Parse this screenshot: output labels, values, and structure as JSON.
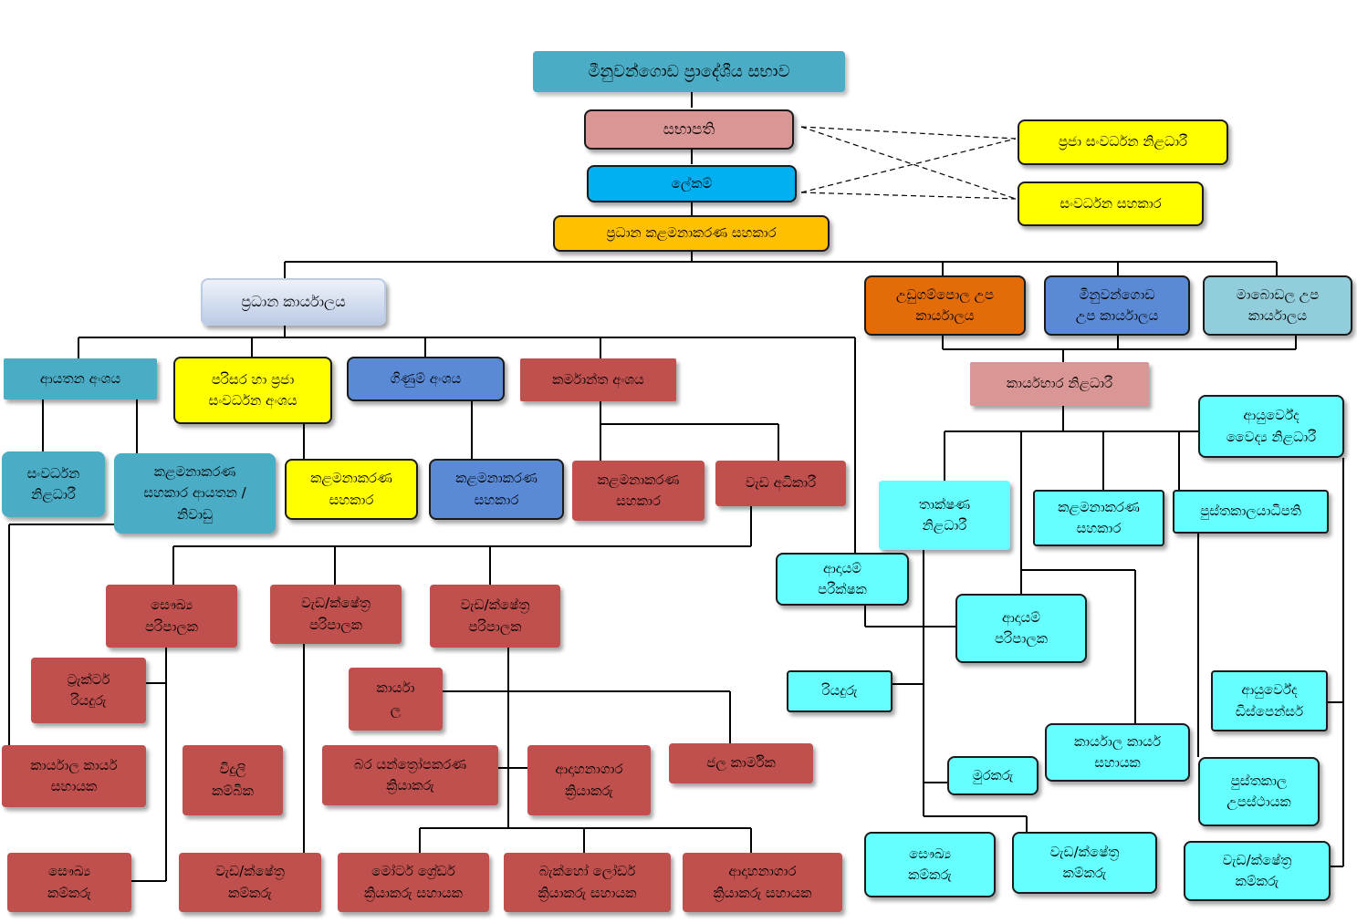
{
  "nodes": {
    "council": "මීනුවන්ගොඩ ප්‍රාදේශීය සභාව",
    "chairman": "සභාපති",
    "secretary": "ලේකම්",
    "chief_mgmt_asst": "ප්‍රධාන කළමනාකරණ සහකාර",
    "pub_dev_officer": "ප්‍රජා සංවර්ධන නිළධාරී",
    "dev_asst": "සංවර්ධන සහකාර",
    "head_office": "ප්‍රධාන කාර්යාලය",
    "udugampola_sub": "උඩුගම්පොල උප\nකාර්යාලය",
    "minuwangoda_sub": "මීනුවන්ගොඩ\nඋප කාර්යාලය",
    "mabodala_sub": "මාබොඩල උප\nකාර්යාලය",
    "revenue_div": "ආයතන අංශය",
    "env_div": "පරිසර හා ප්‍රජා\nසංවර්ධන අංශය",
    "accounts_div": "ගිණුම් අංශය",
    "works_div": "කර්මාන්ත අංශය",
    "officer_in_charge": "කාර්යභාර නිළධාරී",
    "ayurveda_officer": "ආයුර්වේද\nවෛද්‍ය නිළධාරී",
    "dev_officer": "සංවර්ධන\nනිළධාරී",
    "mgmt_asst_est": "කළමනාකරණ\nසහකාර ආයතන /\nනිවාඩු",
    "mgmt_asst_env": "කළමනාකරණ\nසහකාර",
    "mgmt_asst_acc": "කළමනාකරණ\nසහකාර",
    "mgmt_asst_works": "කළමනාකරණ\nසහකාර",
    "works_supt": "වැඩ අධිකාරී",
    "tech_officer": "තාක්ෂණ\nනිළධාරී",
    "mgmt_asst_sub": "කළමනාකරණ\nසහකාර",
    "librarian": "පුස්තකාලයාධිපති",
    "revenue_inspector": "ආදායම්\nපරීක්ෂක",
    "revenue_supervisor": "ආදායම්\nපරිපාලක",
    "health_supervisor": "සෞඛ්‍ය\nපරිපාලක",
    "field_supervisor_1": "වැඩ/ක්ෂේත්‍ර\nපරිපාලක",
    "field_supervisor_2": "වැඩ/ක්ෂේත්‍ර\nපරිපාලක",
    "tractor_driver": "ට්‍රැක්ටර්\nරියදුරු",
    "office_a": "කාර්යා\nල",
    "driver": "රියදුරු",
    "ayurveda_dispenser": "ආයුර්වේද\nඩිස්පෙන්සර්",
    "office_work_asst_left": "කාර්යාල කාර්ය\nසහායක",
    "electrician": "විදුලි\nකම්බික",
    "heavy_machine_operator": "බර යන්ත්‍රෝපකරණ\nක්‍රියාකරු",
    "crematorium_operator": "ආදාහනාගාර\nක්‍රියාකරු",
    "water_worker": "ජල කාර්මික",
    "office_work_asst_right": "කාර්යාල කාර්ය\nසහායක",
    "watcher": "මුරකරු",
    "library_attendant": "පුස්තකාල\nඋපස්ථායක",
    "health_labourer_left": "සෞඛ්‍ය\nකම්කරු",
    "field_labourer_1": "වැඩ/ක්ෂේත්‍ර\nකම්කරු",
    "motor_grader_asst": "මෝටර් ග්‍රේඩර්\nක්‍රියාකරු සහායක",
    "backhoe_asst": "බැක්හෝ ලෝඩර්\nක්‍රියාකරු සහායක",
    "crematorium_asst": "ආදාහනාගාර\nක්‍රියාකරු සහායක",
    "health_labourer_right": "සෞඛ්‍ය\nකම්කරු",
    "field_labourer_2": "වැඩ/ක්ෂේත්‍ර\nකම්කරු",
    "field_labourer_3": "වැඩ/ක්ෂේත්‍ර\nකම්කරු"
  }
}
